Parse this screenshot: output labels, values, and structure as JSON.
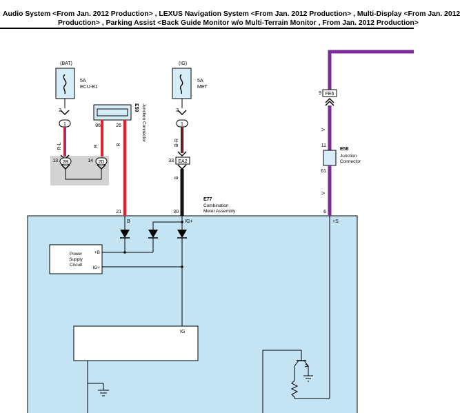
{
  "header": {
    "line1": "Audio System <From Jan. 2012 Production> , LEXUS Navigation System <From Jan. 2012 Production> , Multi-Display <From Jan. 2012",
    "line2": "Production> , Parking Assist <Back Guide Monitor w/o Multi-Terrain Monitor , From Jan. 2012 Production>"
  },
  "colors": {
    "red_wire": "#e8202a",
    "black_wire": "#111111",
    "violet_wire": "#7b2c9a",
    "module_fill": "#c5e4f3",
    "fuse_fill": "#d6ecf7",
    "shade": "#d3d3d3"
  },
  "fuse_bat": {
    "source": "(BAT)",
    "rating": "5A",
    "name": "ECU-B1",
    "pin": "2",
    "icon": "fuse-icon"
  },
  "fuse_ig": {
    "source": "(IG)",
    "rating": "5A",
    "name": "MET",
    "pin": "2",
    "icon": "fuse-icon"
  },
  "junction_e59": {
    "id": "E59",
    "label": "Junction Connector",
    "pin_left": "86",
    "pin_right": "26"
  },
  "junction_e58": {
    "id": "E58",
    "label_1": "Junction",
    "label_2": "Connector",
    "pin_top": "11",
    "pin_bottom": "61"
  },
  "inline_connectors": {
    "bat_1": "1",
    "ig_1": "1",
    "c2b": {
      "pin": "13",
      "name": "2B"
    },
    "c2d": {
      "pin": "14",
      "name": "2D"
    },
    "ea2": {
      "pin": "33",
      "name": "EA2"
    },
    "fe6": {
      "pin": "9",
      "name": "FE6"
    }
  },
  "wire_colors": {
    "bat_to_2b": "R-L",
    "to_2d": "R",
    "e59_out": "R",
    "ig_to_ea2": "B-R",
    "ea2_down": "B",
    "violet_upper": "V",
    "violet_lower": "V"
  },
  "meter": {
    "id": "E77",
    "label_1": "Combination",
    "label_2": "Meter Assembly",
    "pin_b_num": "21",
    "pin_b": "B",
    "pin_ig_num": "30",
    "pin_ig": "IG+",
    "pin_s_num": "6",
    "pin_s": "+S",
    "psu_line1": "Power",
    "psu_line2": "Supply",
    "psu_line3": "Circuit",
    "psu_b": "+B",
    "psu_ig": "IG+",
    "ig_label": "IG"
  }
}
